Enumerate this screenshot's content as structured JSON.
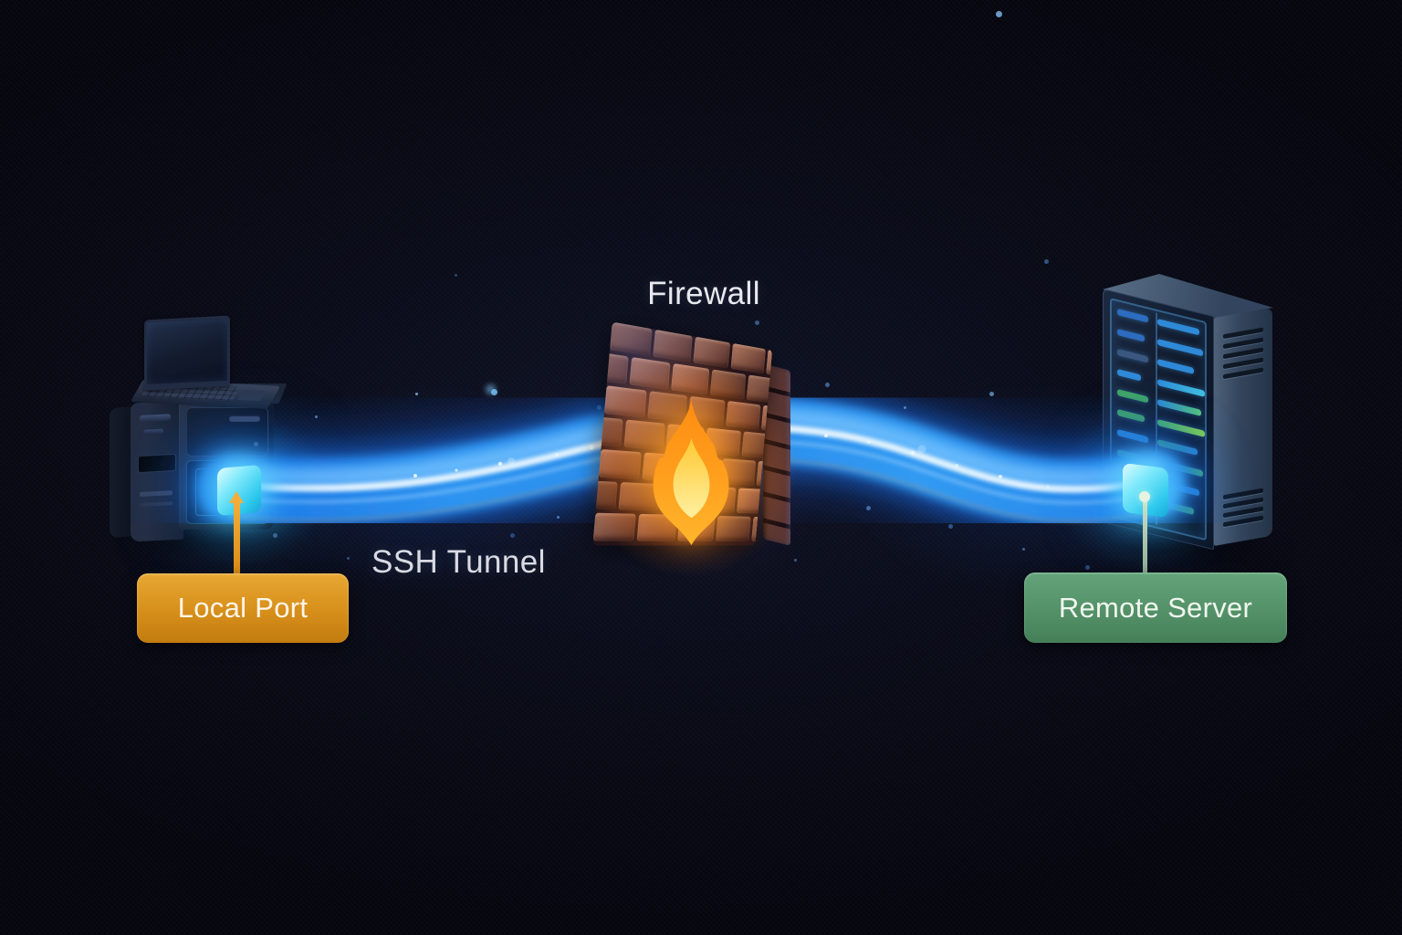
{
  "diagram": {
    "labels": {
      "firewall": "Firewall",
      "ssh_tunnel": "SSH Tunnel"
    },
    "callouts": {
      "local_port": {
        "label": "Local Port",
        "color": "#D78F1B"
      },
      "remote_server": {
        "label": "Remote Server",
        "color": "#528F67"
      }
    },
    "nodes": [
      {
        "id": "local-computer",
        "icon": "desktop-tower-with-laptop-icon"
      },
      {
        "id": "firewall",
        "icon": "brick-wall-icon",
        "overlay_icon": "flame-icon",
        "label_key": "firewall"
      },
      {
        "id": "remote-server",
        "icon": "server-tower-icon"
      }
    ],
    "edge": {
      "id": "ssh-tunnel",
      "from": "local-computer",
      "to": "remote-server",
      "style": "glowing-tunnel-beam",
      "label_key": "ssh_tunnel",
      "color": "#2D8FF2"
    },
    "colors": {
      "background": "#07070F",
      "tunnel_blue": "#2D8FF2",
      "tunnel_core": "#E9F7FF",
      "port_cyan": "#3FD2F0",
      "flame_orange": "#FF9A1E",
      "flame_yellow": "#FFD84E",
      "brick": "#7C4A3E",
      "label_text": "#E8E8EE"
    }
  }
}
